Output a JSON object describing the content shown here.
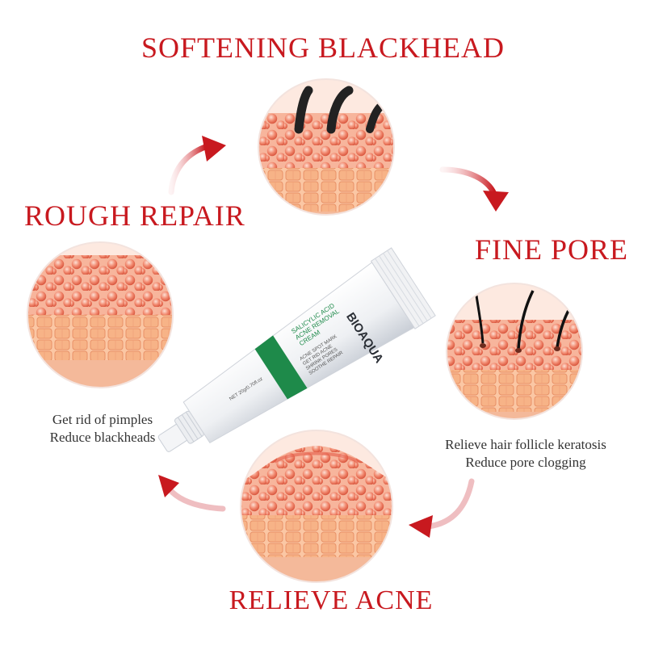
{
  "steps": {
    "top": "SOFTENING BLACKHEAD",
    "right": "FINE PORE",
    "bottom": "RELIEVE ACNE",
    "left": "ROUGH REPAIR"
  },
  "captions": {
    "left_line1": "Get rid of pimples",
    "left_line2": "Reduce blackheads",
    "right_line1": "Relieve hair follicle keratosis",
    "right_line2": "Reduce pore clogging"
  },
  "product": {
    "brand": "BIOAQUA",
    "name_line1": "SALICYLIC ACID",
    "name_line2": "ACNE REMOVAL",
    "name_line3": "CREAM",
    "claims": [
      "ACNE SPOT MARK",
      "GET RID ACNE",
      "SHRINK PORES",
      "SOOTHE REPAIR"
    ],
    "net": "NET 20g/0.70fl.oz"
  },
  "colors": {
    "accent": "#c8191f",
    "tube_band": "#1e8a4a",
    "skin": "#f2a58c",
    "cell": "#e8735e"
  },
  "icons": [
    "curved-arrow-icon"
  ]
}
